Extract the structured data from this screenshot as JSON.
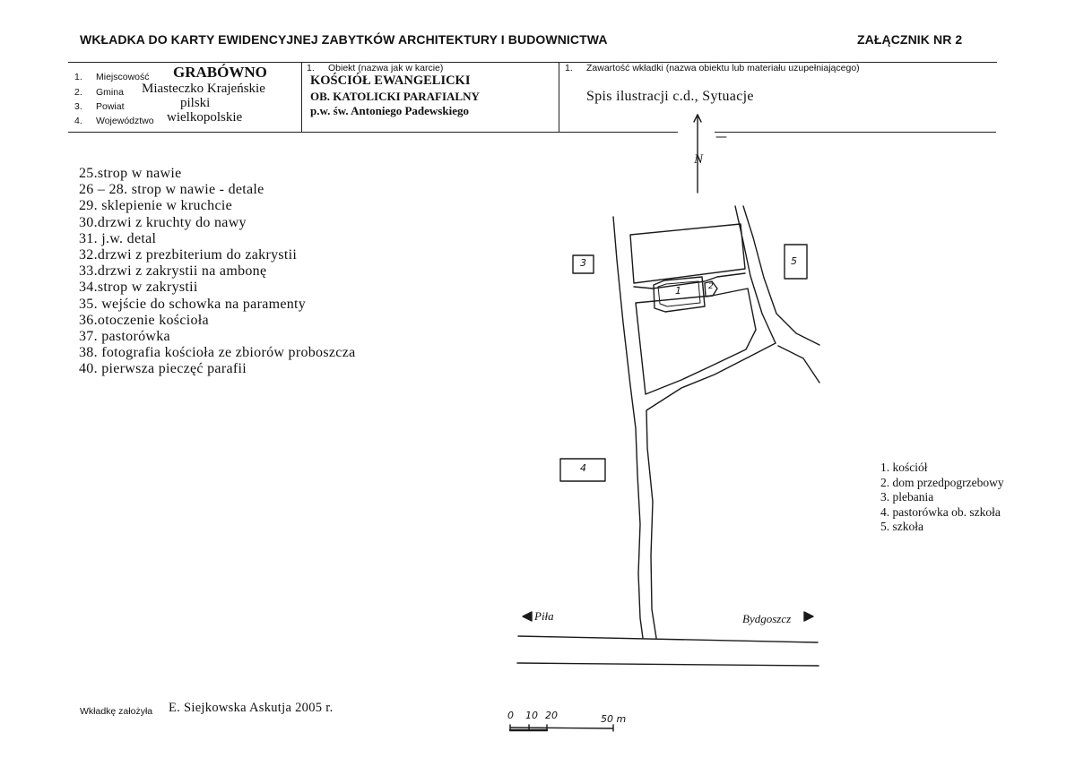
{
  "header": {
    "title": "WKŁADKA DO KARTY EWIDENCYJNEJ ZABYTKÓW ARCHITEKTURY I BUDOWNICTWA",
    "attachment": "ZAŁĄCZNIK NR 2"
  },
  "location": {
    "rows": [
      {
        "num": "1.",
        "label": "Miejscowość",
        "value": "GRABÓWNO"
      },
      {
        "num": "2.",
        "label": "Gmina",
        "value": "Miasteczko Krajeńskie"
      },
      {
        "num": "3.",
        "label": "Powiat",
        "value": "pilski"
      },
      {
        "num": "4.",
        "label": "Województwo",
        "value": "wielkopolskie"
      }
    ]
  },
  "object": {
    "num": "1.",
    "label": "Obiekt (nazwa jak w karcie)",
    "line1": "KOŚCIÓŁ EWANGELICKI",
    "line2": "OB. KATOLICKI PARAFIALNY",
    "line3": "p.w. św. Antoniego Padewskiego"
  },
  "contents": {
    "num": "1.",
    "label": "Zawartość wkładki (nazwa obiektu lub materiału uzupełniającego)",
    "value": "Spis ilustracji c.d., Sytuacje"
  },
  "illustrations": [
    "25.strop w nawie",
    "26 – 28. strop w nawie - detale",
    "29. sklepienie w kruchcie",
    "30.drzwi z kruchty do nawy",
    "31. j.w. detal",
    "32.drzwi z prezbiterium do zakrystii",
    "33.drzwi z zakrystii na ambonę",
    "34.strop w zakrystii",
    "35. wejście do schowka na paramenty",
    "36.otoczenie kościoła",
    "37. pastorówka",
    "38. fotografia kościoła ze zbiorów proboszcza",
    "40. pierwsza pieczęć parafii"
  ],
  "legend": [
    "1. kościół",
    "2. dom przedpogrzebowy",
    "3. plebania",
    "4. pastorówka ob. szkoła",
    "5. szkoła"
  ],
  "map": {
    "north": "N",
    "building_labels": [
      "1",
      "2",
      "3",
      "4",
      "5"
    ],
    "direction_left": "Piła",
    "direction_right": "Bydgoszcz",
    "scale_ticks": [
      "0",
      "10",
      "20",
      "50 m"
    ]
  },
  "footer": {
    "label": "Wkładkę założyła",
    "value": "E. Siejkowska Askutja 2005 r."
  }
}
